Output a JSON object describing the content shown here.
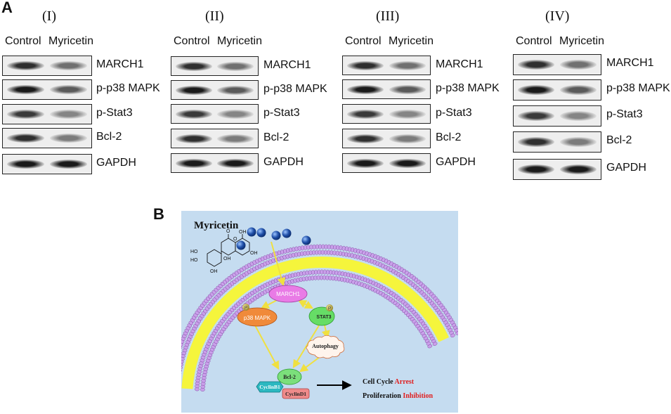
{
  "panel_a": {
    "letter": "A",
    "lanes": {
      "control": "Control",
      "treated": "Myricetin"
    },
    "groups": [
      {
        "numeral": "(I)",
        "proteins": [
          "MARCH1",
          "p-p38 MAPK",
          "p-Stat3",
          "Bcl-2",
          "GAPDH"
        ]
      },
      {
        "numeral": "(II)",
        "proteins": [
          "MARCH1",
          "p-p38 MAPK",
          "p-Stat3",
          "Bcl-2",
          "GAPDH"
        ]
      },
      {
        "numeral": "(III)",
        "proteins": [
          "MARCH1",
          "p-p38 MAPK",
          "p-Stat3",
          "Bcl-2",
          "GAPDH"
        ]
      },
      {
        "numeral": "(IV)",
        "proteins": [
          "MARCH1",
          "p-p38 MAPK",
          "p-Stat3",
          "Bcl-2",
          "GAPDH"
        ]
      }
    ]
  },
  "panel_b": {
    "letter": "B",
    "compound": "Myricetin",
    "nodes": {
      "march1": "MARCH1",
      "p38": "p38 MAPK",
      "stat3": "STAT3",
      "autophagy": "Autophagy",
      "bcl2": "Bcl-2",
      "cyclinb1": "CyclinB1",
      "cyclind1": "CyclinD1",
      "phospho": "P"
    },
    "chem_labels": {
      "ho1": "HO",
      "ho2": "HO",
      "oh1": "OH",
      "oh2": "OH",
      "oh3": "OH",
      "o_ring": "O",
      "oh_mid": "OH",
      "o_keto": "O"
    },
    "outcome": {
      "line1_black": "Cell Cycle",
      "line1_red": "Arrest",
      "line2_black": "Proliferation",
      "line2_red": "Inhibition"
    },
    "colors": {
      "background": "#c5dcf0",
      "membrane_bead": "#c9a0ea",
      "membrane_core": "#f5f53c",
      "molecule": "#1f4fa8",
      "arrow": "#f0e040",
      "march1": "#e97be6",
      "p38": "#f08a3a",
      "stat3": "#66dd66",
      "bcl2": "#7bdf7b",
      "cyclinb1": "#2bb8c0",
      "cyclind1": "#ef8a8a",
      "emphasis": "#e02020"
    }
  }
}
